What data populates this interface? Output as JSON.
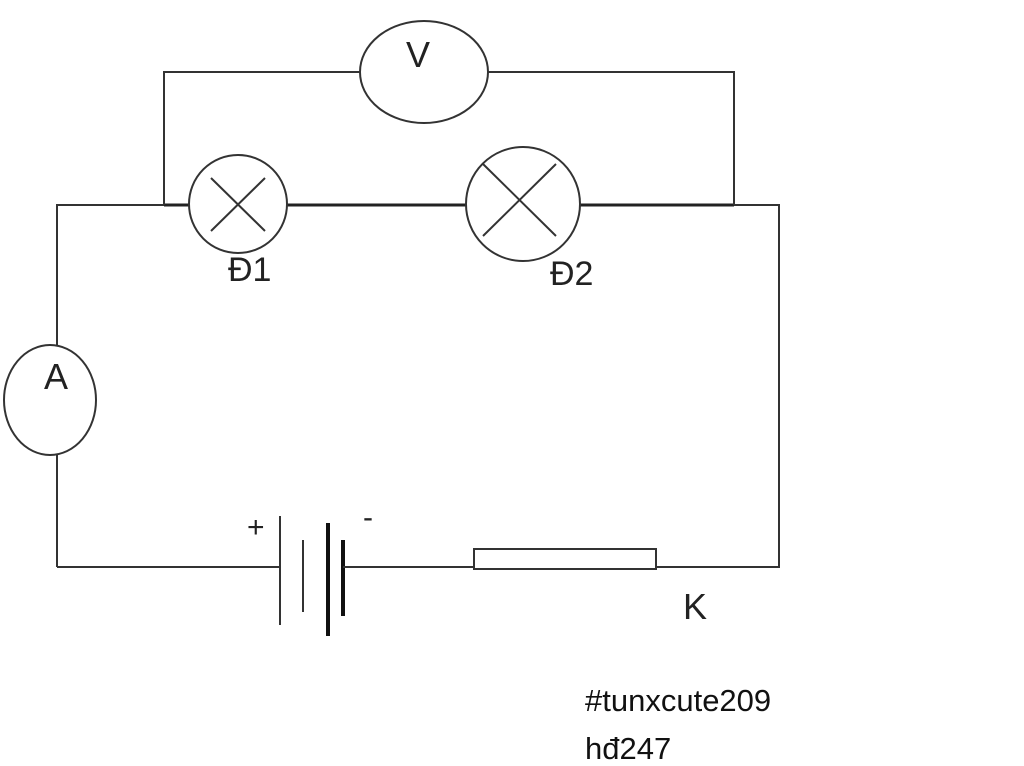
{
  "diagram": {
    "voltmeter_label": "V",
    "ammeter_label": "A",
    "lamp1_label": "Đ1",
    "lamp2_label": "Đ2",
    "switch_label": "K",
    "battery_plus": "+",
    "battery_minus": "-"
  },
  "captions": {
    "hashtag": "#tunxcute209",
    "site": "hđ247"
  },
  "colors": {
    "wire": "#333333",
    "background": "#ffffff"
  }
}
